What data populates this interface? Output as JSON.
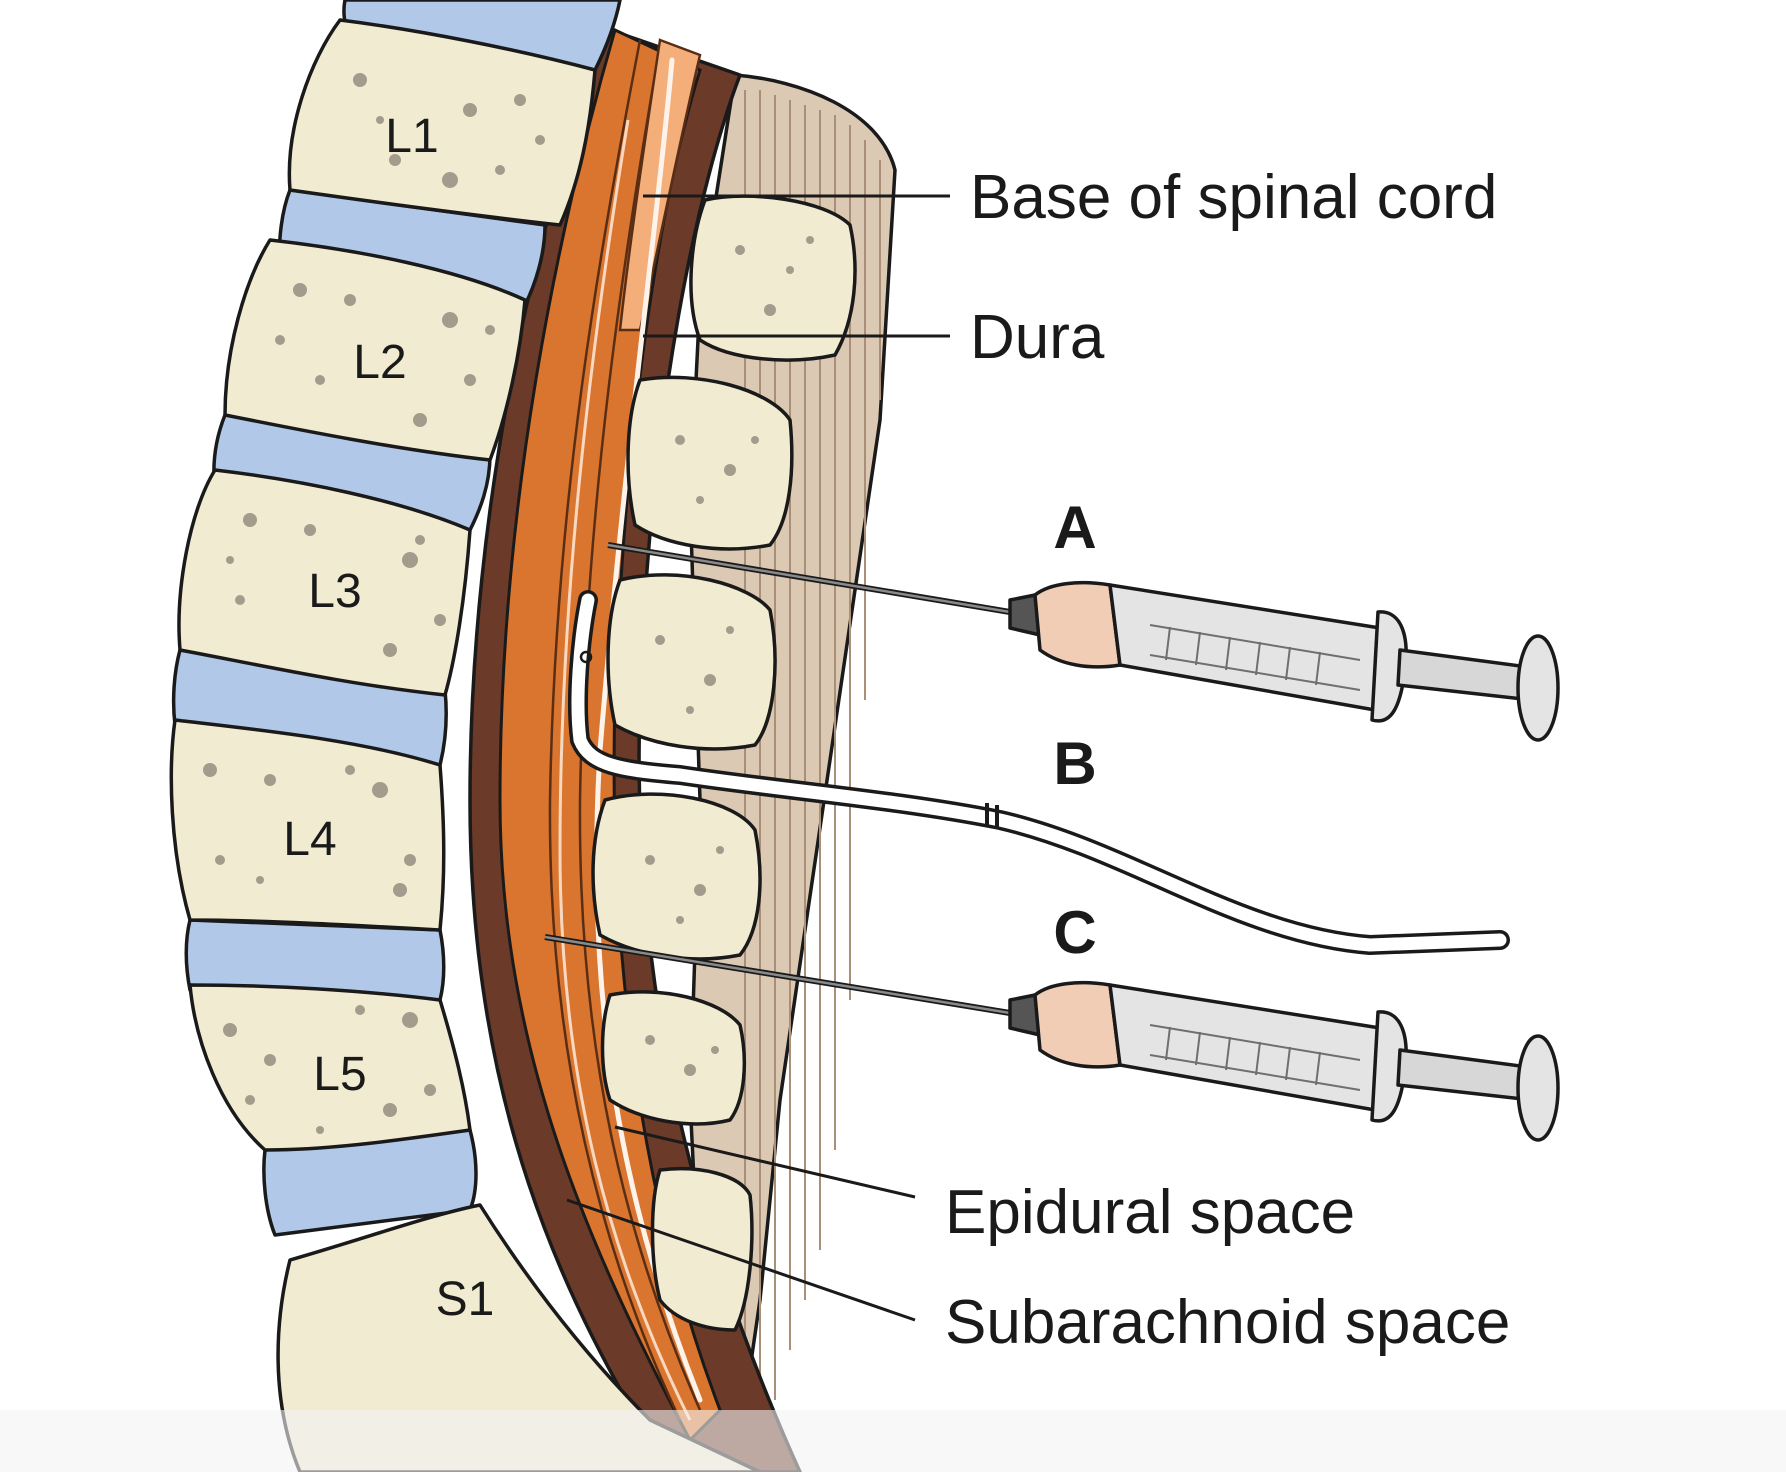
{
  "vertebrae": [
    "L1",
    "L2",
    "L3",
    "L4",
    "L5",
    "S1"
  ],
  "labels": {
    "base_of_spinal_cord": "Base of spinal cord",
    "dura": "Dura",
    "epidural_space": "Epidural space",
    "subarachnoid_space": "Subarachnoid space"
  },
  "needles": {
    "a": "A",
    "b": "B",
    "c": "C"
  },
  "colors": {
    "bone_fill": "#f1ebd2",
    "bone_speckle": "#a59b8c",
    "disc_fill": "#b2c8e8",
    "dura_orange": "#d9752e",
    "epidural_dark": "#6b3a28",
    "ligament": "#dcc9b4",
    "syringe_hub": "#f0cdb4"
  }
}
